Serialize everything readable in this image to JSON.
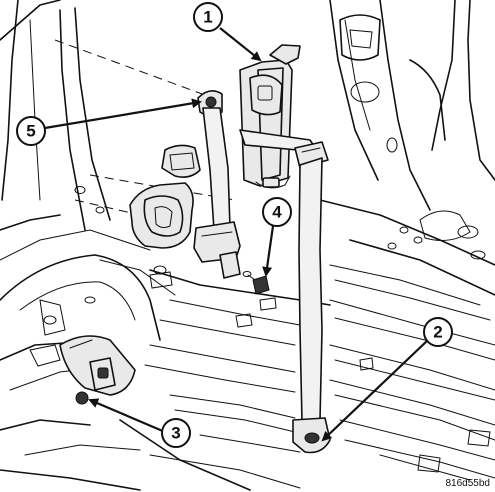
{
  "callouts": [
    {
      "id": "1",
      "label": "1"
    },
    {
      "id": "2",
      "label": "2"
    },
    {
      "id": "3",
      "label": "3"
    },
    {
      "id": "4",
      "label": "4"
    },
    {
      "id": "5",
      "label": "5"
    }
  ],
  "figure_code": "816d55bd"
}
